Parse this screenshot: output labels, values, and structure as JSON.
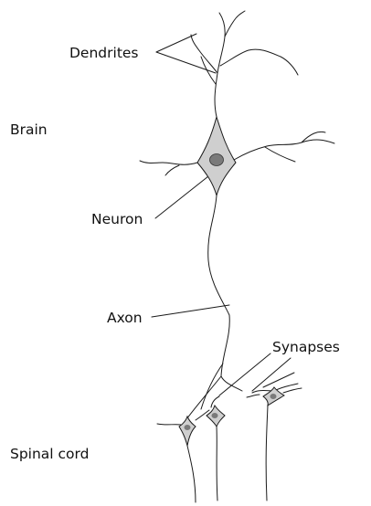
{
  "labels": {
    "dendrites": "Dendrites",
    "brain": "Brain",
    "neuron": "Neuron",
    "axon": "Axon",
    "synapses": "Synapses",
    "spinal_cord": "Spinal cord"
  },
  "colors": {
    "line": "#1a1a1a",
    "cell_body_fill": "#cfcfcf",
    "nucleus_fill": "#7a7a7a",
    "background": "#ffffff"
  }
}
